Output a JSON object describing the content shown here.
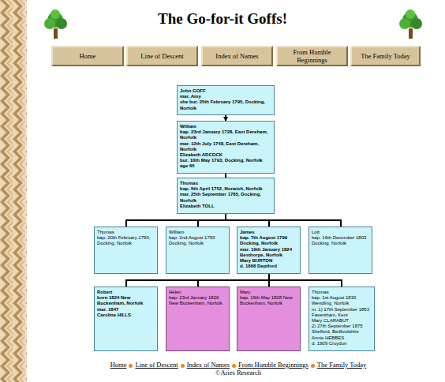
{
  "diagram": {
    "title": "The Go-for-it Goffs!",
    "nodes": [
      {
        "text": [
          "Home"
        ]
      },
      {
        "text": [
          "Line of Descent"
        ]
      },
      {
        "text": [
          "Index of Names"
        ]
      },
      {
        "text": [
          "From Humble Beginnings"
        ]
      },
      {
        "text": [
          "The Family Today"
        ]
      },
      {
        "text": [
          "John GOFF",
          "mar. Amy",
          "she bur. 25th February 1795, Docking, Norfolk"
        ]
      },
      {
        "text": [
          "William",
          "bap. 23rd January 1728, East Dereham, Norfolk",
          "mar. 12th July 1748, East Dereham, Norfolk",
          "Elizabeth ADCOCK",
          "bur. 10th May 1793, Docking, Norfolk age 65"
        ]
      },
      {
        "text": [
          "Thomas",
          "bap. 5th April 1752, Norwich, Norfolk",
          "mar. 25th September 1785, Docking, Norfolk",
          "Elizabeth TOLL"
        ]
      },
      {
        "text": [
          "Thomas",
          "bap. 20th February 1790, Docking, Norfolk"
        ]
      },
      {
        "text": [
          "William",
          "bap. 2nd August 1793 Docking, Norfolk"
        ]
      },
      {
        "text": [
          "James",
          "bap. 7th August 1799 Docking, Norfolk",
          "mar. 19th January 1824 Besthorpe, Norfolk",
          "Mary BURTON",
          "d. 1868 Deptford"
        ]
      },
      {
        "text": [
          "Lott",
          "bap. 16th December 1803 Docking, Norfolk"
        ]
      },
      {
        "text": [
          "Robert",
          "born 1824 New Buckenham, Norfolk",
          "mar. 1847",
          "Caroline HILLS"
        ]
      },
      {
        "text": [
          "Helen",
          "bap. 23rd January 1826 New Buckenham, Norfolk"
        ]
      },
      {
        "text": [
          "Mary",
          "bap. 15th May 1828 New Buckenham, Norfolk"
        ]
      },
      {
        "text": [
          "Thomas",
          "bap. 1st August 1830 Wendling, Norfolk",
          "m. 1) 17th September 1853 Faversham, Kent",
          "Mary CLARABUT",
          "2) 27th September 1875 Shefford, Bedfordshire",
          "Annie HEBBES",
          "d. 1909 Croydon"
        ]
      }
    ],
    "edges": [
      {
        "from": 5,
        "to": 6,
        "arrow": "to"
      },
      {
        "from": 6,
        "to": 7,
        "arrow": "none"
      },
      {
        "from": 7,
        "to": 8,
        "arrow": "none"
      },
      {
        "from": 7,
        "to": 9,
        "arrow": "none"
      },
      {
        "from": 7,
        "to": 10,
        "arrow": "none"
      },
      {
        "from": 7,
        "to": 11,
        "arrow": "none"
      },
      {
        "from": 10,
        "to": 12,
        "arrow": "none"
      },
      {
        "from": 10,
        "to": 13,
        "arrow": "none"
      },
      {
        "from": 10,
        "to": 14,
        "arrow": "none"
      },
      {
        "from": 10,
        "to": 15,
        "arrow": "none"
      }
    ],
    "labels": [
      "Home",
      "Line of Descent",
      "Index of Names",
      "From Humble Beginnings",
      "The Family Today",
      "©Aries Research"
    ]
  }
}
